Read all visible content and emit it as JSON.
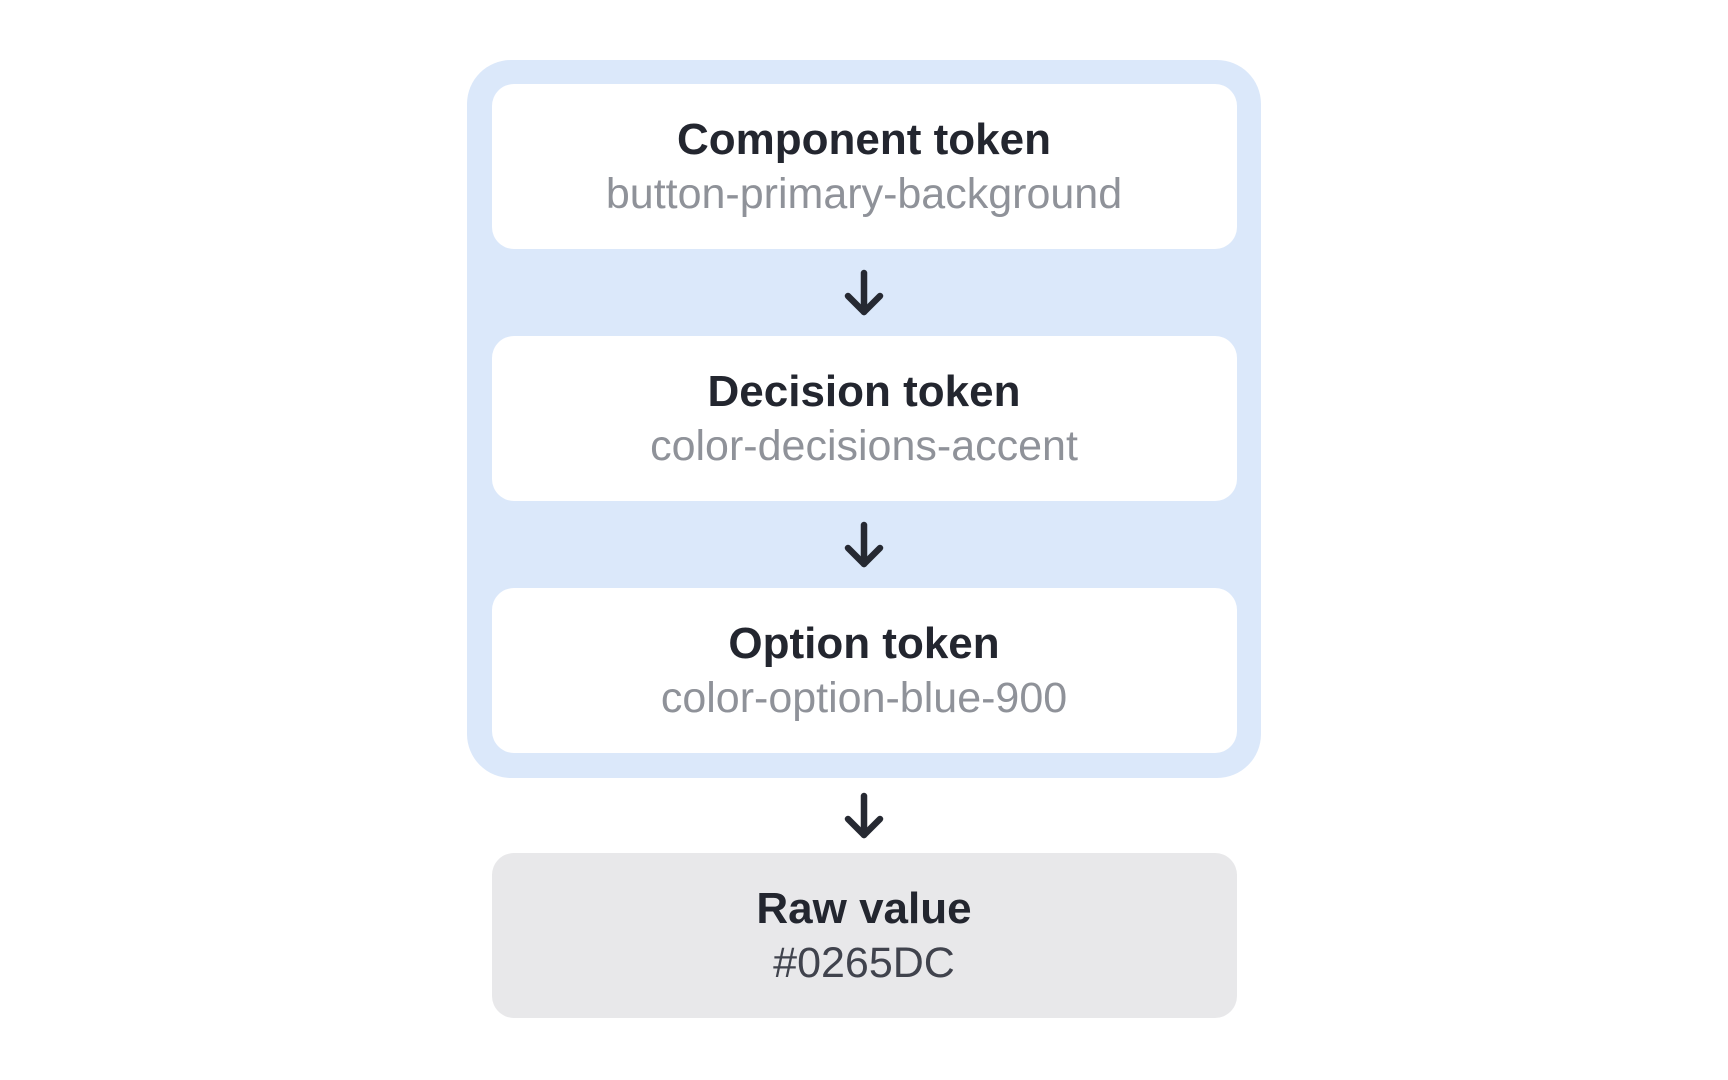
{
  "page": {
    "background": "#ffffff"
  },
  "diagram": {
    "token_group": {
      "background": "#dbe8fa",
      "cards": [
        {
          "title": "Component token",
          "subtitle": "button-primary-background"
        },
        {
          "title": "Decision token",
          "subtitle": "color-decisions-accent"
        },
        {
          "title": "Option token",
          "subtitle": "color-option-blue-900"
        }
      ]
    },
    "raw_value_card": {
      "background": "#e8e8ea",
      "title": "Raw value",
      "subtitle": "#0265DC"
    },
    "arrow_icon": "down-arrow",
    "colors": {
      "card_background": "#ffffff",
      "title_text": "#23262f",
      "subtitle_text": "#8f9299",
      "raw_value_text": "#40434d",
      "arrow": "#262932"
    }
  }
}
